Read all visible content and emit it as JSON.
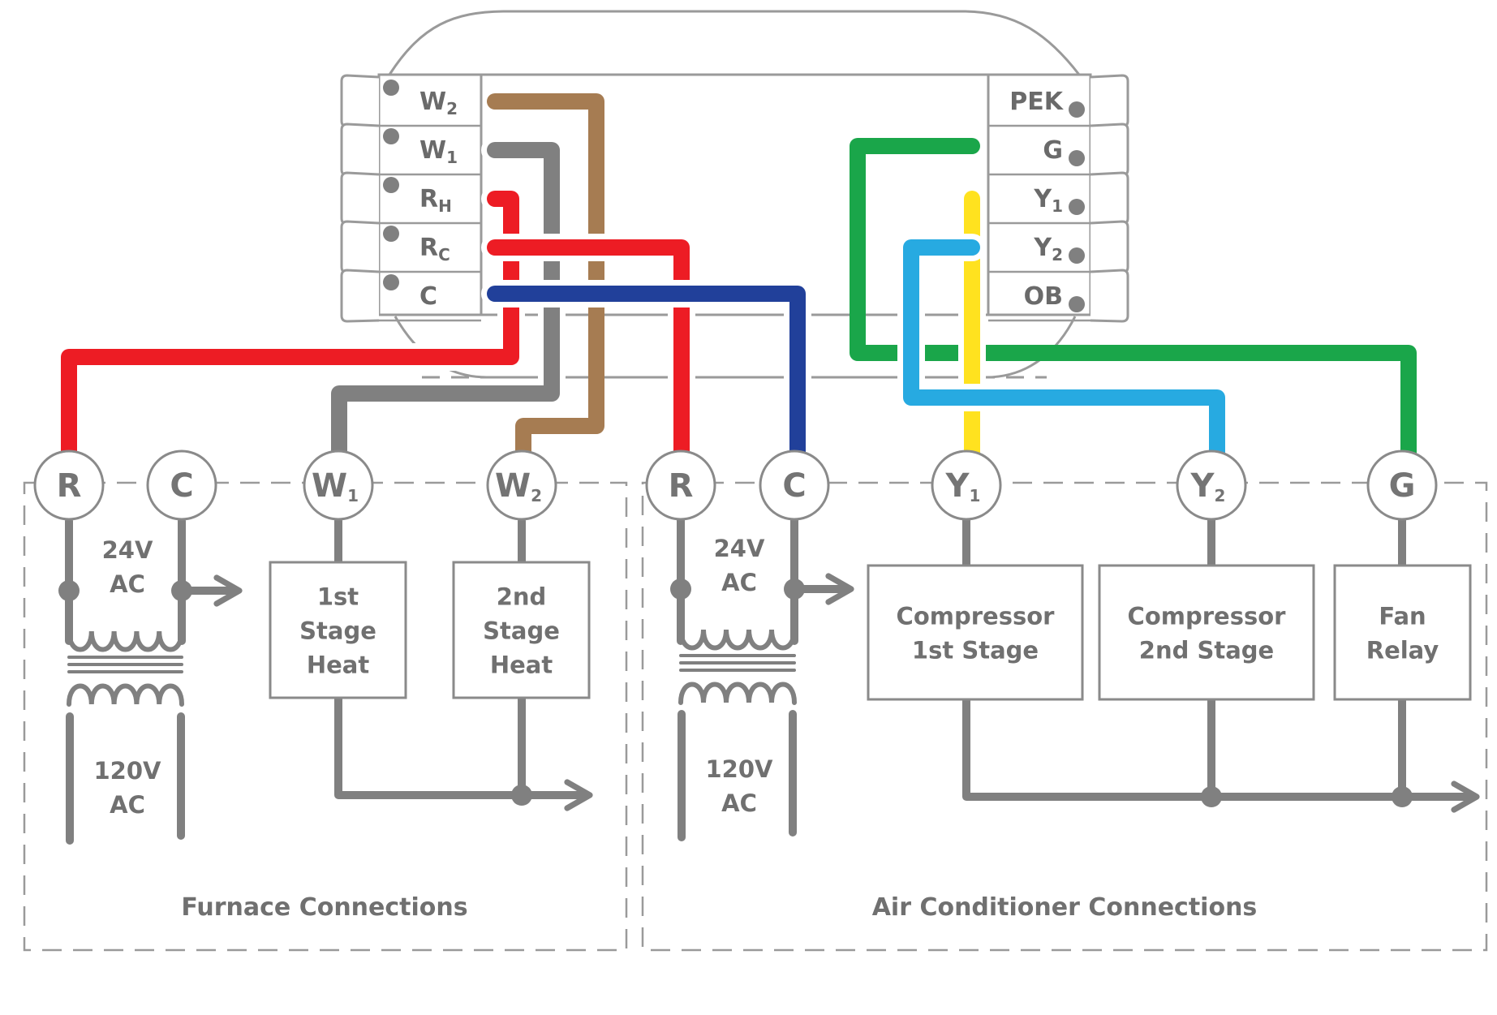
{
  "thermostat": {
    "left_terminals": [
      {
        "main": "W",
        "sub": "2"
      },
      {
        "main": "W",
        "sub": "1"
      },
      {
        "main": "R",
        "sub": "H"
      },
      {
        "main": "R",
        "sub": "C"
      },
      {
        "main": "C",
        "sub": ""
      }
    ],
    "right_terminals": [
      {
        "main": "PEK",
        "sub": ""
      },
      {
        "main": "G",
        "sub": ""
      },
      {
        "main": "Y",
        "sub": "1"
      },
      {
        "main": "Y",
        "sub": "2"
      },
      {
        "main": "OB",
        "sub": ""
      }
    ]
  },
  "furnace": {
    "section_label": "Furnace Connections",
    "nodes": [
      {
        "main": "R",
        "sub": ""
      },
      {
        "main": "C",
        "sub": ""
      },
      {
        "main": "W",
        "sub": "1"
      },
      {
        "main": "W",
        "sub": "2"
      }
    ],
    "transformer_low": [
      "24V",
      "AC"
    ],
    "transformer_high": [
      "120V",
      "AC"
    ],
    "boxes": [
      [
        "1st",
        "Stage",
        "Heat"
      ],
      [
        "2nd",
        "Stage",
        "Heat"
      ]
    ]
  },
  "air_conditioner": {
    "section_label": "Air Conditioner Connections",
    "nodes": [
      {
        "main": "R",
        "sub": ""
      },
      {
        "main": "C",
        "sub": ""
      },
      {
        "main": "Y",
        "sub": "1"
      },
      {
        "main": "Y",
        "sub": "2"
      },
      {
        "main": "G",
        "sub": ""
      }
    ],
    "transformer_low": [
      "24V",
      "AC"
    ],
    "transformer_high": [
      "120V",
      "AC"
    ],
    "boxes": [
      [
        "Compressor",
        "1st Stage"
      ],
      [
        "Compressor",
        "2nd Stage"
      ],
      [
        "Fan",
        "Relay"
      ]
    ]
  },
  "wire_colors": {
    "w2": "#a67c52",
    "w1": "#808080",
    "red": "#ed1c24",
    "c": "#21409a",
    "green": "#1aa64a",
    "y1": "#ffe21f",
    "y2": "#27aae1",
    "line": "#808080"
  }
}
